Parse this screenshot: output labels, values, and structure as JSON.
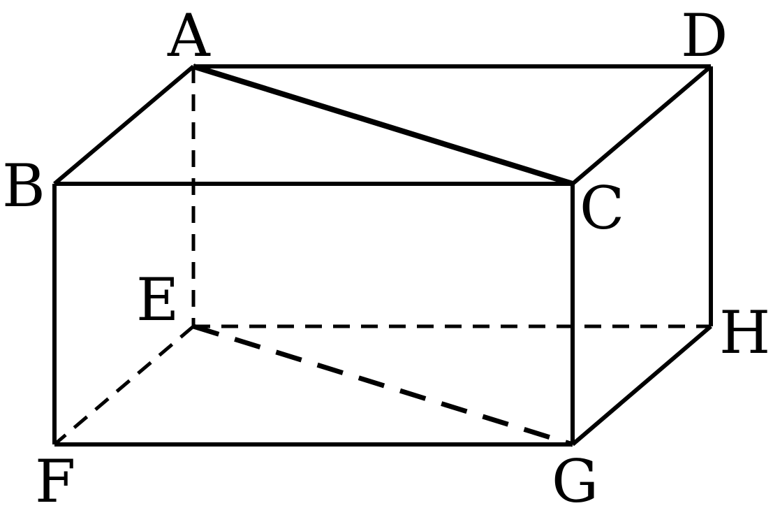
{
  "figure": {
    "type": "rectangular-box",
    "stroke_color": "#000000",
    "background": "#ffffff"
  },
  "vertices": {
    "A": "A",
    "B": "B",
    "C": "C",
    "D": "D",
    "E": "E",
    "F": "F",
    "G": "G",
    "H": "H"
  },
  "edges": [
    {
      "from": "A",
      "to": "D",
      "style": "solid"
    },
    {
      "from": "A",
      "to": "B",
      "style": "solid"
    },
    {
      "from": "B",
      "to": "C",
      "style": "solid"
    },
    {
      "from": "C",
      "to": "D",
      "style": "solid"
    },
    {
      "from": "A",
      "to": "C",
      "style": "solid-bold"
    },
    {
      "from": "B",
      "to": "F",
      "style": "solid"
    },
    {
      "from": "C",
      "to": "G",
      "style": "solid"
    },
    {
      "from": "D",
      "to": "H",
      "style": "solid"
    },
    {
      "from": "F",
      "to": "G",
      "style": "solid"
    },
    {
      "from": "G",
      "to": "H",
      "style": "solid"
    },
    {
      "from": "A",
      "to": "E",
      "style": "dashed"
    },
    {
      "from": "E",
      "to": "H",
      "style": "dashed"
    },
    {
      "from": "E",
      "to": "F",
      "style": "dashed"
    },
    {
      "from": "E",
      "to": "G",
      "style": "dashed-bold"
    }
  ]
}
